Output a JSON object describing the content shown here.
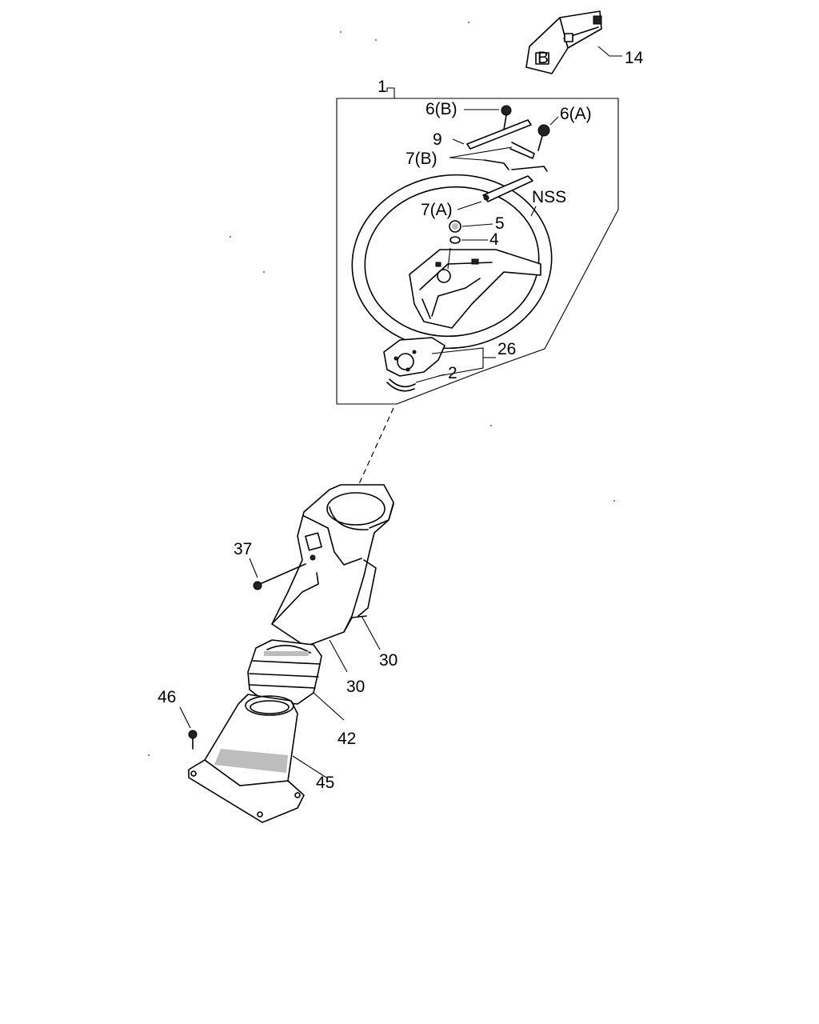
{
  "callouts": {
    "c1": "1",
    "c2": "2",
    "c4": "4",
    "c5": "5",
    "c6a": "6(A)",
    "c6b": "6(B)",
    "c7a": "7(A)",
    "c7b": "7(B)",
    "c9": "9",
    "c14": "14",
    "c26": "26",
    "c30a": "30",
    "c30b": "30",
    "c37": "37",
    "c42": "42",
    "c45": "45",
    "c46": "46",
    "nss": "NSS"
  },
  "decal_letter": "B"
}
